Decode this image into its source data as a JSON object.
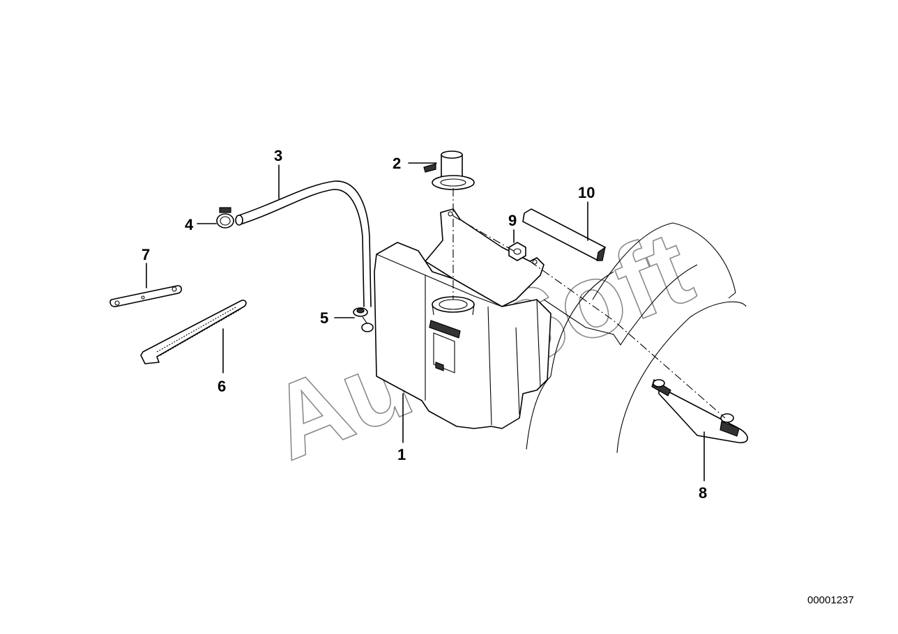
{
  "diagram": {
    "watermark": "AutoSoft",
    "reference_number": "00001237",
    "callouts": [
      {
        "id": "1",
        "label": "1"
      },
      {
        "id": "2",
        "label": "2"
      },
      {
        "id": "3",
        "label": "3"
      },
      {
        "id": "4",
        "label": "4"
      },
      {
        "id": "5",
        "label": "5"
      },
      {
        "id": "6",
        "label": "6"
      },
      {
        "id": "7",
        "label": "7"
      },
      {
        "id": "8",
        "label": "8"
      },
      {
        "id": "9",
        "label": "9"
      },
      {
        "id": "10",
        "label": "10"
      }
    ]
  }
}
